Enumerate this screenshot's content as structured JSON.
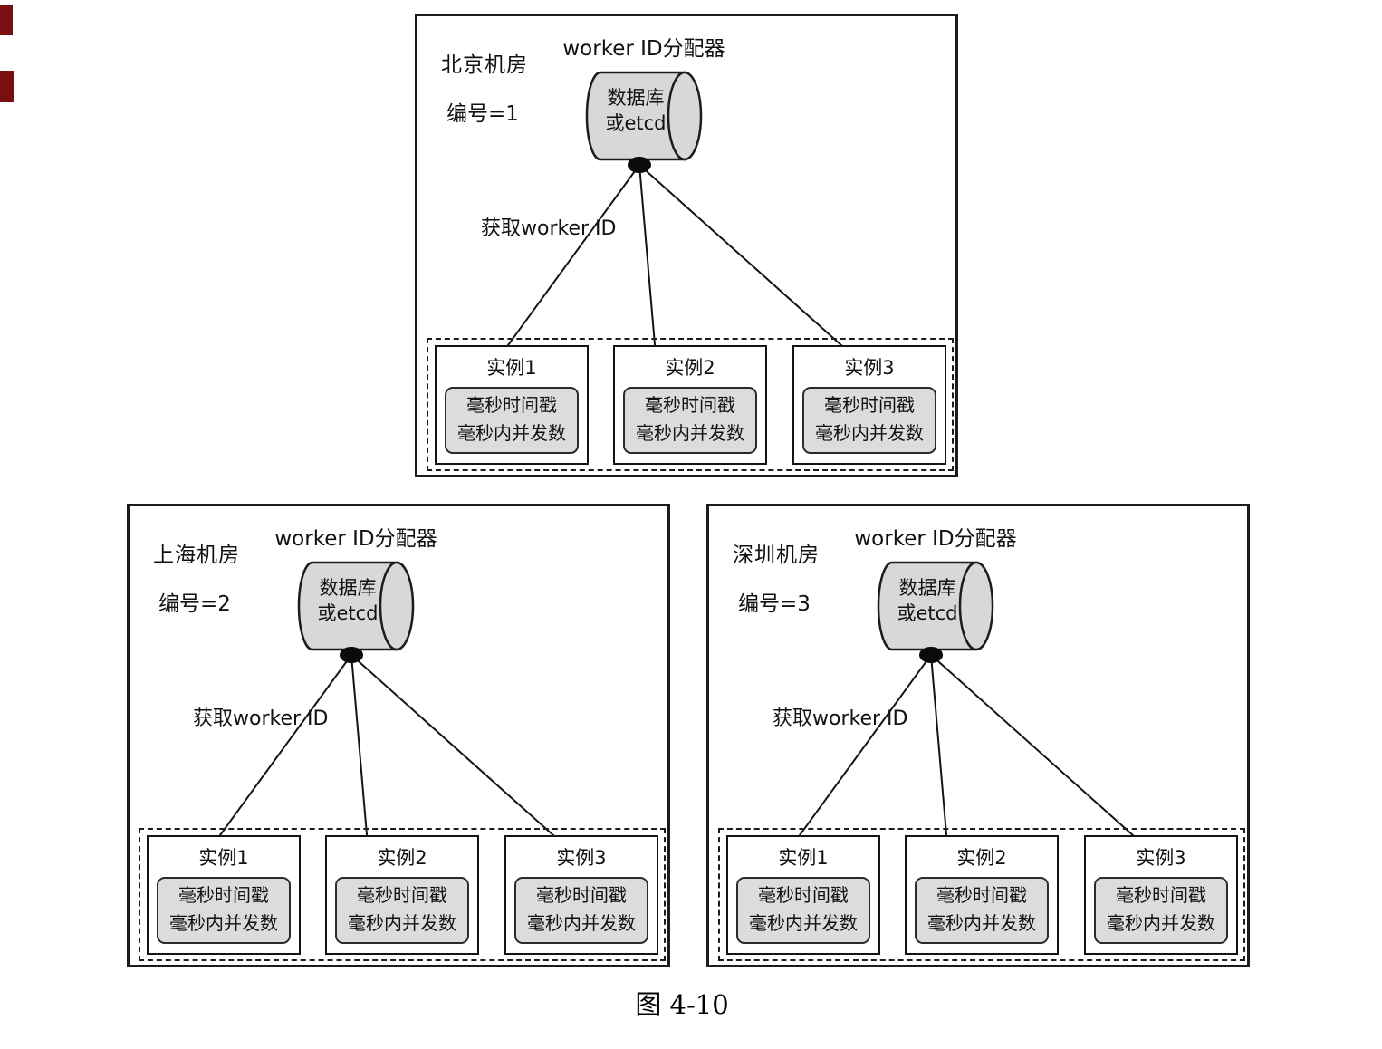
{
  "figure": {
    "caption": "图 4-10"
  },
  "datacenters": [
    {
      "name": "北京机房",
      "number_label": "编号=1",
      "allocator_label": "worker ID分配器",
      "store_line1": "数据库",
      "store_line2": "或etcd",
      "edge_label": "获取worker ID",
      "instances": [
        {
          "title": "实例1",
          "line1": "毫秒时间戳",
          "line2": "毫秒内并发数"
        },
        {
          "title": "实例2",
          "line1": "毫秒时间戳",
          "line2": "毫秒内并发数"
        },
        {
          "title": "实例3",
          "line1": "毫秒时间戳",
          "line2": "毫秒内并发数"
        }
      ]
    },
    {
      "name": "上海机房",
      "number_label": "编号=2",
      "allocator_label": "worker ID分配器",
      "store_line1": "数据库",
      "store_line2": "或etcd",
      "edge_label": "获取worker ID",
      "instances": [
        {
          "title": "实例1",
          "line1": "毫秒时间戳",
          "line2": "毫秒内并发数"
        },
        {
          "title": "实例2",
          "line1": "毫秒时间戳",
          "line2": "毫秒内并发数"
        },
        {
          "title": "实例3",
          "line1": "毫秒时间戳",
          "line2": "毫秒内并发数"
        }
      ]
    },
    {
      "name": "深圳机房",
      "number_label": "编号=3",
      "allocator_label": "worker ID分配器",
      "store_line1": "数据库",
      "store_line2": "或etcd",
      "edge_label": "获取worker ID",
      "instances": [
        {
          "title": "实例1",
          "line1": "毫秒时间戳",
          "line2": "毫秒内并发数"
        },
        {
          "title": "实例2",
          "line1": "毫秒时间戳",
          "line2": "毫秒内并发数"
        },
        {
          "title": "实例3",
          "line1": "毫秒时间戳",
          "line2": "毫秒内并发数"
        }
      ]
    }
  ],
  "colors": {
    "box_border": "#1c1c1c",
    "cylinder_fill": "#d8d8d8",
    "inner_box_fill": "#dcdcdc",
    "connector_line": "#141414",
    "page_edge_mark": "#7a0f12"
  }
}
